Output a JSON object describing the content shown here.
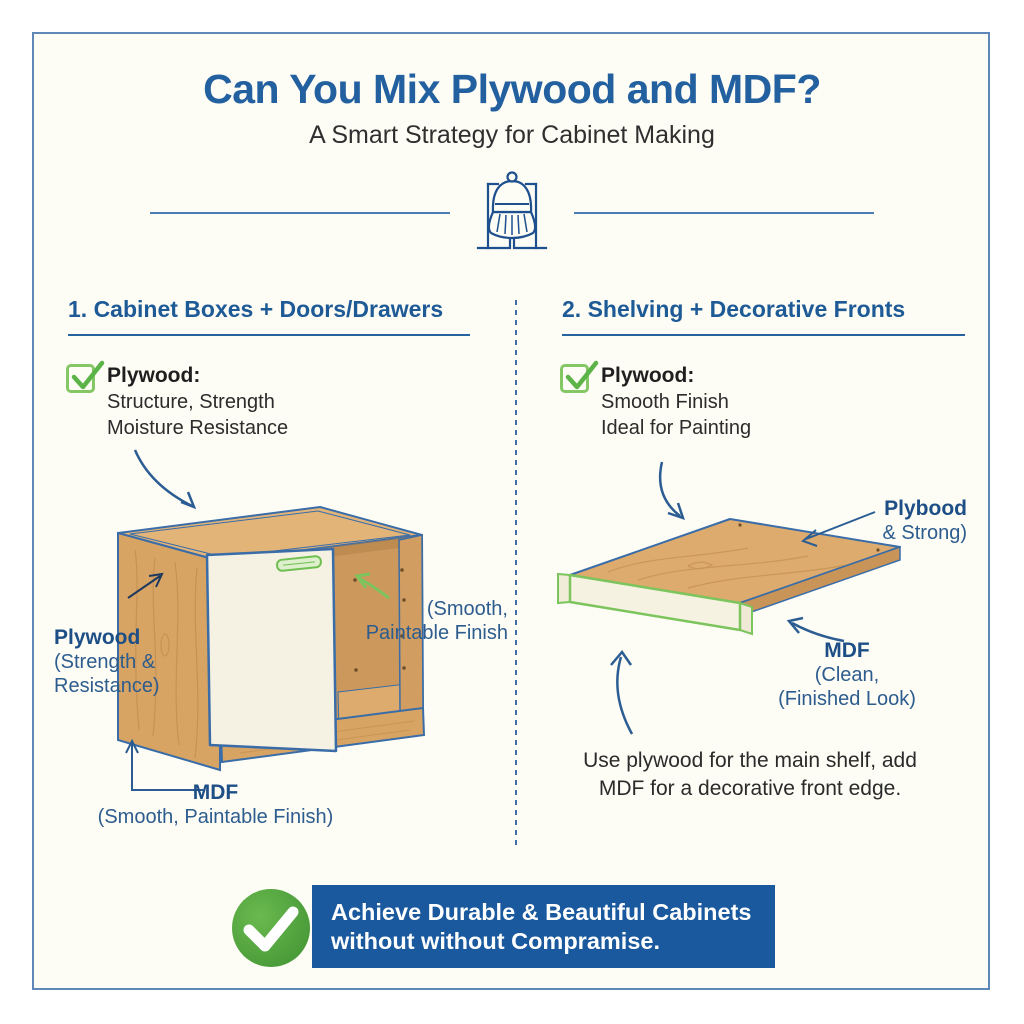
{
  "header": {
    "title": "Can You Mix Plywood and MDF?",
    "subtitle": "A Smart Strategy for Cabinet Making"
  },
  "left_section": {
    "heading": "1. Cabinet Boxes + Doors/Drawers",
    "check": {
      "label": "Plywood:",
      "line1": "Structure, Strength",
      "line2": "Moisture Resistance"
    },
    "labels": {
      "plywood_title": "Plywood",
      "plywood_sub1": "(Strength &",
      "plywood_sub2": "Resistance)",
      "smooth_line1": "(Smooth,",
      "smooth_line2": "Paintable Finish",
      "mdf_title": "MDF",
      "mdf_sub": "(Smooth, Paintable Finish)"
    }
  },
  "right_section": {
    "heading": "2. Shelving + Decorative Fronts",
    "check": {
      "label": "Plywood:",
      "line1": "Smooth Finish",
      "line2": "Ideal for Painting"
    },
    "labels": {
      "plywood_title": "Plybood",
      "plywood_sub": "& Strong)",
      "mdf_title": "MDF",
      "mdf_sub1": "(Clean,",
      "mdf_sub2": "(Finished Look)"
    },
    "note_line1": "Use plywood for the main shelf, add",
    "note_line2": "MDF for a decorative front edge."
  },
  "footer": {
    "line1": "Achieve Durable & Beautiful Cabinets",
    "line2": "without without Compramise."
  },
  "icons": {
    "divider": "brush-cabinet-icon",
    "check": "checkbox-checked-icon",
    "footer": "check-circle-icon"
  },
  "colors": {
    "title_blue": "#23609f",
    "heading_blue": "#1d5a96",
    "label_blue": "#2d5c8e",
    "outline_blue": "#3a6da8",
    "arrow_blue": "#2b5d93",
    "green": "#7cc45c",
    "banner_blue": "#1a599d",
    "banner_green": "#4da23c",
    "wood": "#d7a464",
    "wood_light": "#e3b478",
    "cream": "#f6f2e3",
    "background": "#fdfcf5",
    "text_dark": "#2c2c2c"
  }
}
